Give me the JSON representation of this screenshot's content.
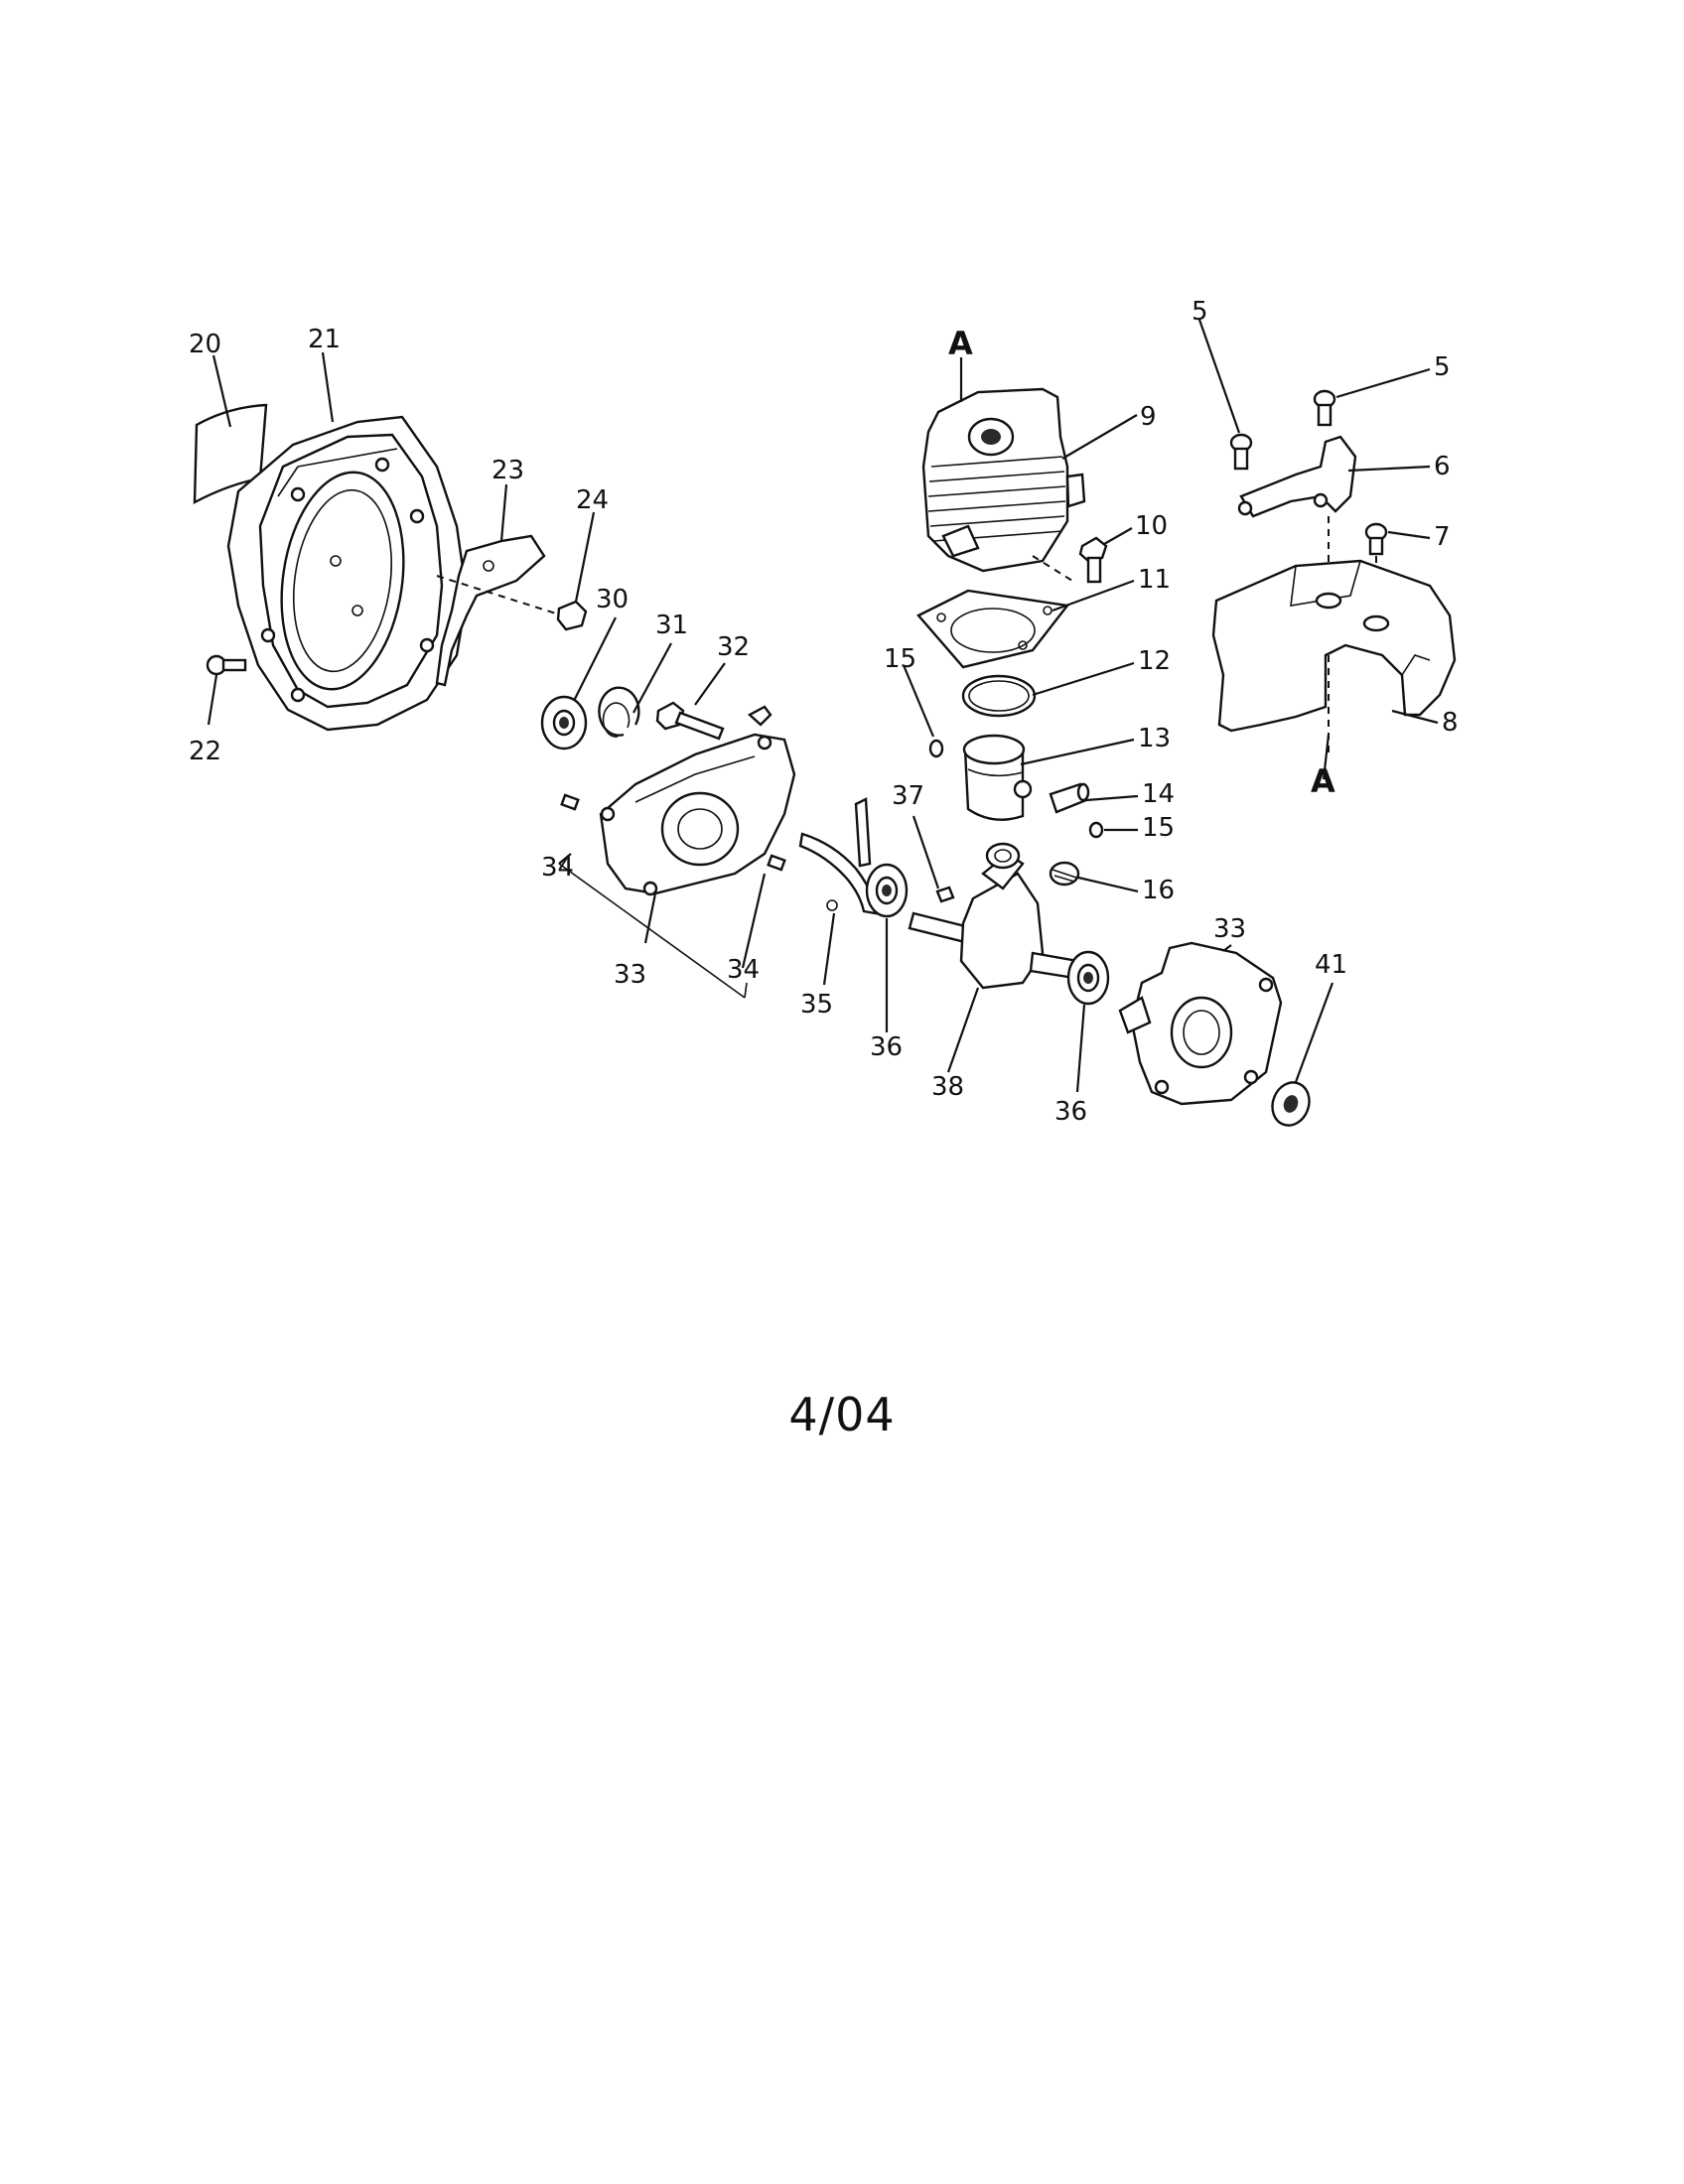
{
  "diagram": {
    "callouts": [
      {
        "id": "c20",
        "text": "20"
      },
      {
        "id": "c21",
        "text": "21"
      },
      {
        "id": "c23",
        "text": "23"
      },
      {
        "id": "c24",
        "text": "24"
      },
      {
        "id": "c22",
        "text": "22"
      },
      {
        "id": "c30",
        "text": "30"
      },
      {
        "id": "c31",
        "text": "31"
      },
      {
        "id": "c32",
        "text": "32"
      },
      {
        "id": "cA1",
        "text": "A"
      },
      {
        "id": "c9",
        "text": "9"
      },
      {
        "id": "c10",
        "text": "10"
      },
      {
        "id": "c11",
        "text": "11"
      },
      {
        "id": "c12",
        "text": "12"
      },
      {
        "id": "c13",
        "text": "13"
      },
      {
        "id": "c14",
        "text": "14"
      },
      {
        "id": "c15a",
        "text": "15"
      },
      {
        "id": "c15b",
        "text": "15"
      },
      {
        "id": "c16",
        "text": "16"
      },
      {
        "id": "c5a",
        "text": "5"
      },
      {
        "id": "c5b",
        "text": "5"
      },
      {
        "id": "c6",
        "text": "6"
      },
      {
        "id": "c7",
        "text": "7"
      },
      {
        "id": "c8",
        "text": "8"
      },
      {
        "id": "cA2",
        "text": "A"
      },
      {
        "id": "c34a",
        "text": "34"
      },
      {
        "id": "c33a",
        "text": "33"
      },
      {
        "id": "c34b",
        "text": "34"
      },
      {
        "id": "c35",
        "text": "35"
      },
      {
        "id": "c36a",
        "text": "36"
      },
      {
        "id": "c37",
        "text": "37"
      },
      {
        "id": "c38",
        "text": "38"
      },
      {
        "id": "c33b",
        "text": "33"
      },
      {
        "id": "c36b",
        "text": "36"
      },
      {
        "id": "c41",
        "text": "41"
      }
    ]
  },
  "footer": {
    "revision_date": "4/04"
  }
}
